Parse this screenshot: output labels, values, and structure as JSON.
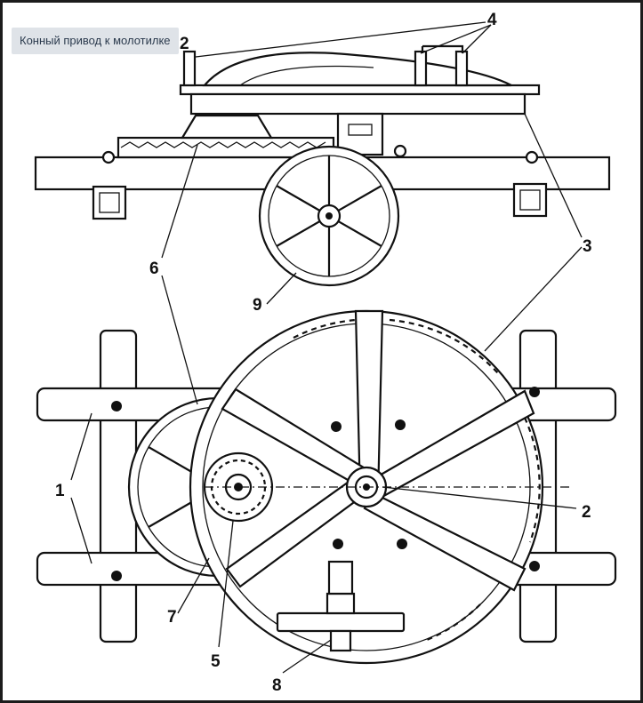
{
  "caption": "Конный привод к молотилке",
  "part_labels": {
    "l1": "1",
    "l2": "2",
    "l3": "3",
    "l4": "4",
    "l5": "5",
    "l6": "6",
    "l7": "7",
    "l8": "8",
    "l9": "9"
  }
}
